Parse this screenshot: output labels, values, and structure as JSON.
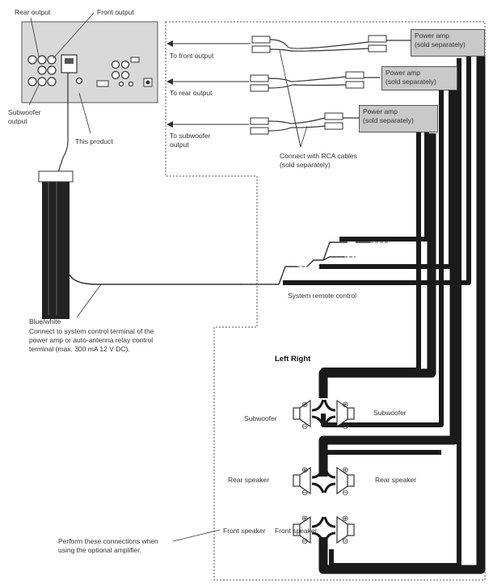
{
  "labels": {
    "rear_output": "Rear output",
    "front_output": "Front output",
    "subwoofer_output_line1": "Subwoofer",
    "subwoofer_output_line2": "output",
    "this_product": "This product",
    "to_front_output": "To front output",
    "to_rear_output": "To rear output",
    "to_subwoofer_output_line1": "To subwoofer",
    "to_subwoofer_output_line2": "output",
    "rca_line1": "Connect with RCA cables",
    "rca_line2": "(sold separately)",
    "system_remote_control": "System remote control",
    "blue_white": "Blue/white",
    "note_line1": "Connect to system control terminal of the",
    "note_line2": "power amp or auto-antenna relay control",
    "note_line3": "terminal (max. 300 mA 12 V DC).",
    "left_right": "Left Right",
    "subwoofer": "Subwoofer",
    "rear_speaker": "Rear speaker",
    "front_speaker": "Front speaker",
    "footer_line1": "Perform these connections when",
    "footer_line2": "using the optional amplifier."
  },
  "amps": [
    {
      "line1": "Power amp",
      "line2": "(sold separately)"
    },
    {
      "line1": "Power amp",
      "line2": "(sold separately)"
    },
    {
      "line1": "Power amp",
      "line2": "(sold separately)"
    }
  ],
  "symbols": {
    "plus": "⊕",
    "minus": "⊖"
  }
}
